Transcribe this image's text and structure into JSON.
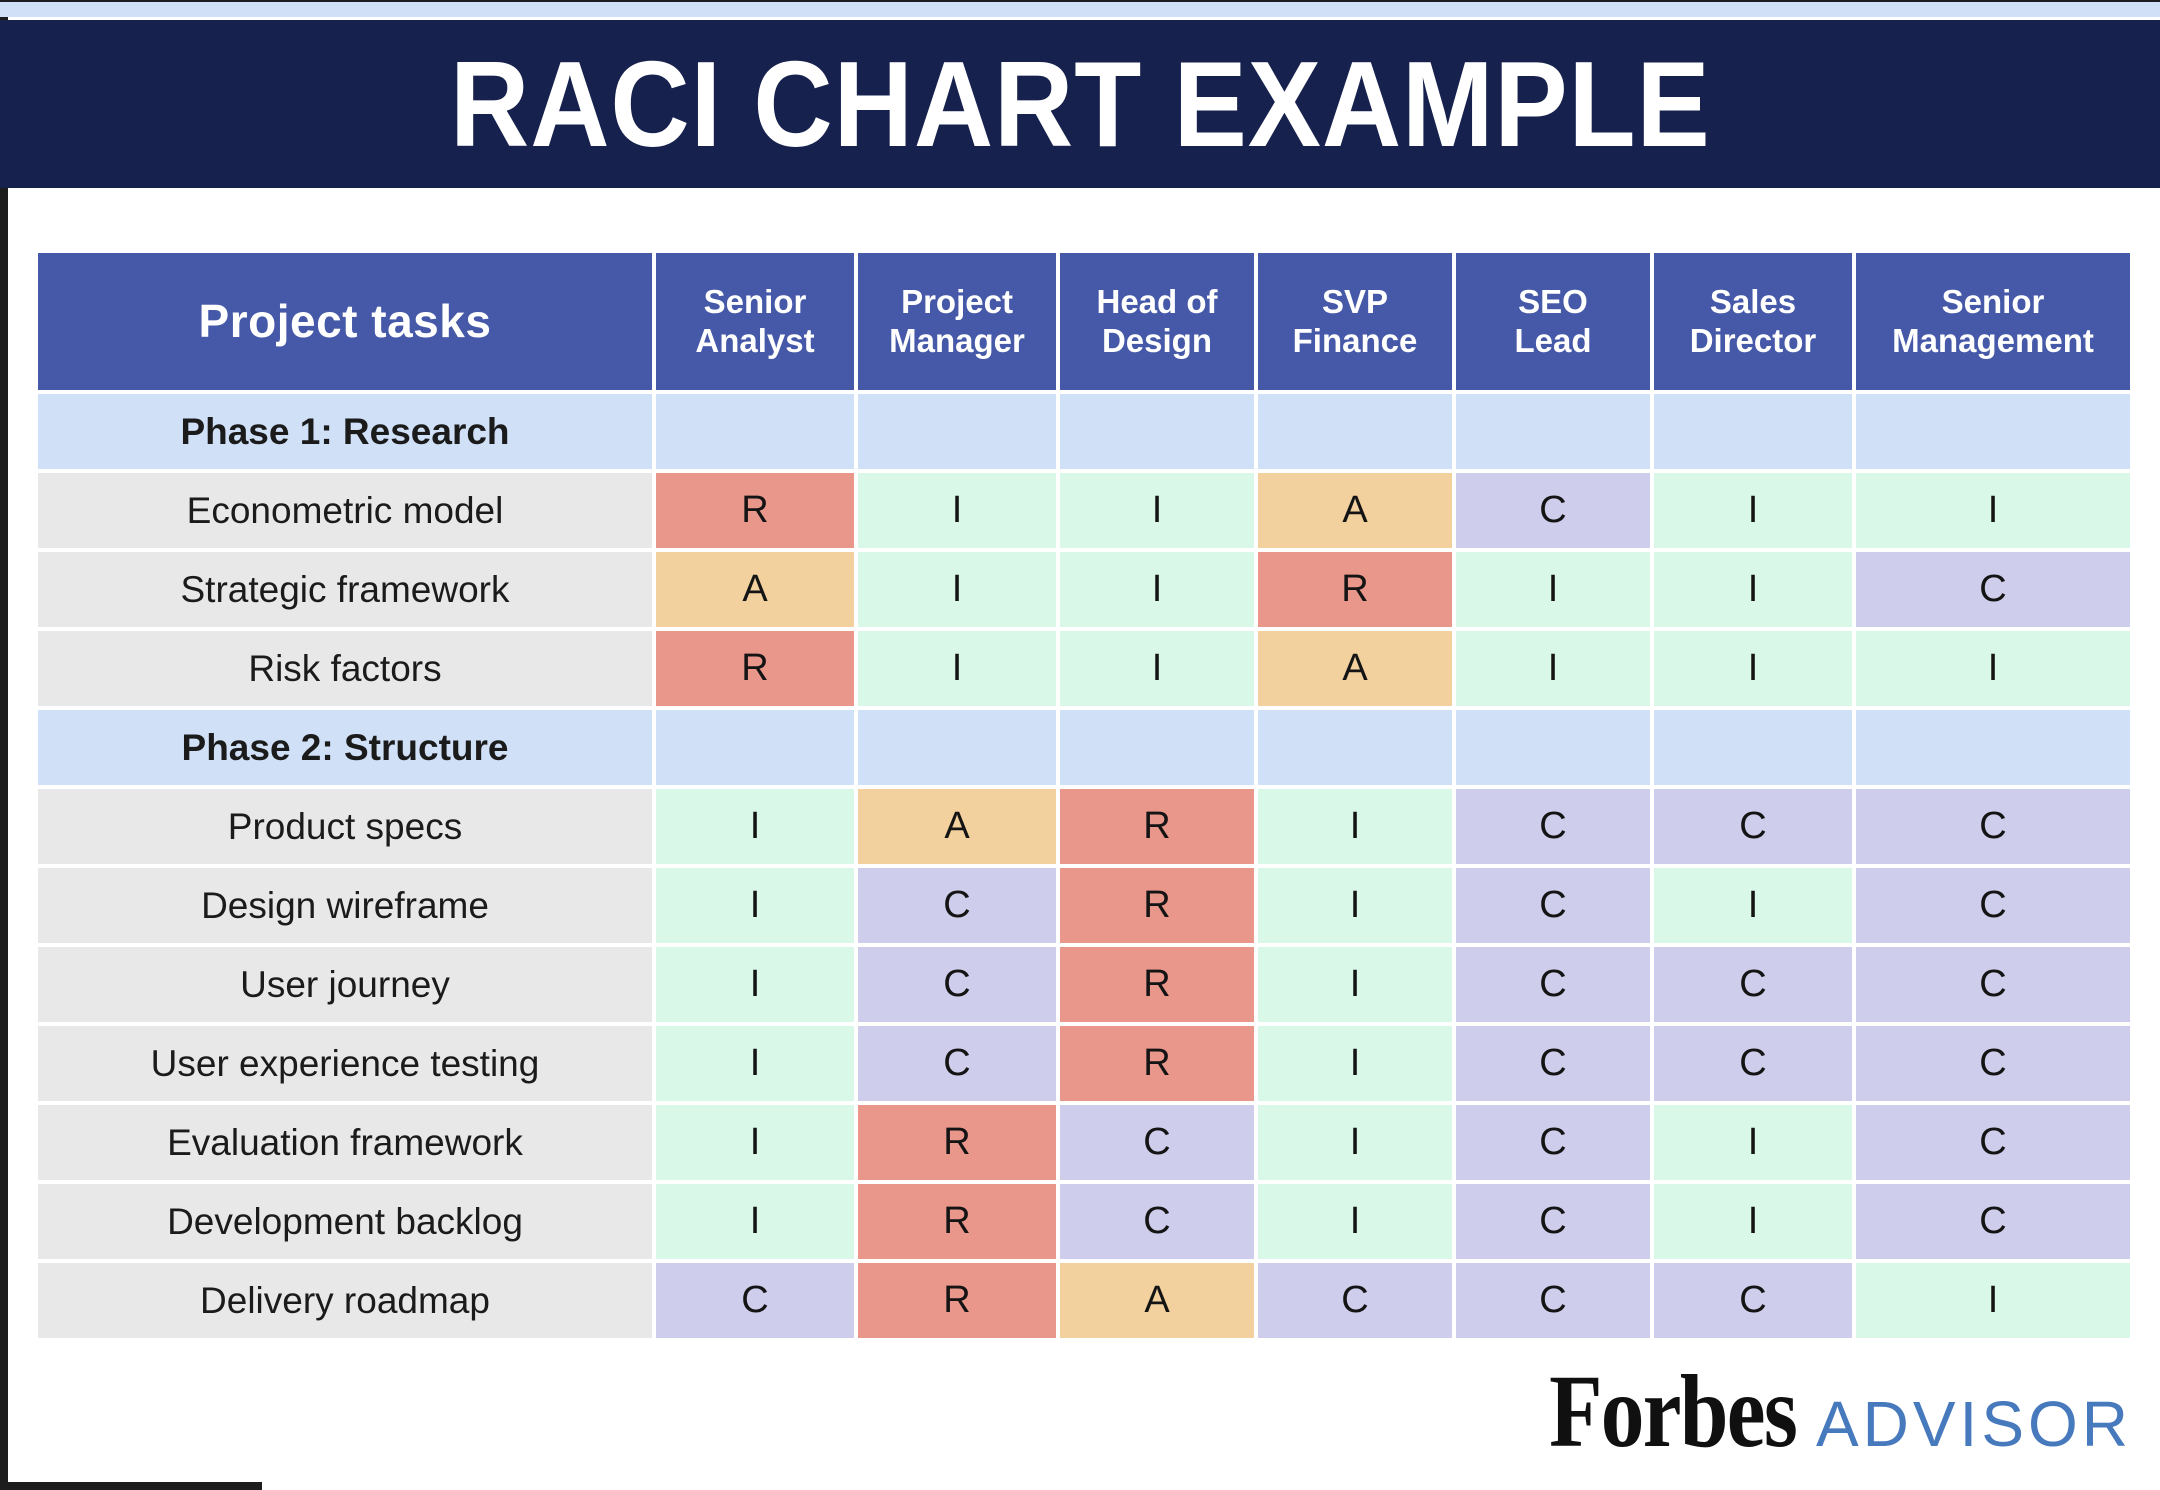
{
  "page": {
    "banner_title": "RACI CHART EXAMPLE"
  },
  "chart_data": {
    "type": "table",
    "title": "RACI CHART EXAMPLE",
    "columns": [
      "Project tasks",
      "Senior\nAnalyst",
      "Project\nManager",
      "Head of\nDesign",
      "SVP\nFinance",
      "SEO\nLead",
      "Sales\nDirector",
      "Senior\nManagement"
    ],
    "rows": [
      [
        "Phase 1: Research",
        "",
        "",
        "",
        "",
        "",
        "",
        ""
      ],
      [
        "Econometric model",
        "R",
        "I",
        "I",
        "A",
        "C",
        "I",
        "I"
      ],
      [
        "Strategic framework",
        "A",
        "I",
        "I",
        "R",
        "I",
        "I",
        "C"
      ],
      [
        "Risk factors",
        "R",
        "I",
        "I",
        "A",
        "I",
        "I",
        "I"
      ],
      [
        "Phase 2: Structure",
        "",
        "",
        "",
        "",
        "",
        "",
        ""
      ],
      [
        "Product specs",
        "I",
        "A",
        "R",
        "I",
        "C",
        "C",
        "C"
      ],
      [
        "Design wireframe",
        "I",
        "C",
        "R",
        "I",
        "C",
        "I",
        "C"
      ],
      [
        "User journey",
        "I",
        "C",
        "R",
        "I",
        "C",
        "C",
        "C"
      ],
      [
        "User experience testing",
        "I",
        "C",
        "R",
        "I",
        "C",
        "C",
        "C"
      ],
      [
        "Evaluation framework",
        "I",
        "R",
        "C",
        "I",
        "C",
        "I",
        "C"
      ],
      [
        "Development backlog",
        "I",
        "R",
        "C",
        "I",
        "C",
        "I",
        "C"
      ],
      [
        "Delivery roadmap",
        "C",
        "R",
        "A",
        "C",
        "C",
        "C",
        "I"
      ]
    ],
    "legend_position": "none",
    "grid": "white 4px separators between cells"
  },
  "colors": {
    "banner_bg": "#16214d",
    "top_strip": "#cfe0f7",
    "header_bg": "#4659a8",
    "phase_bg": "#cfe0f7",
    "task_bg": "#e8e8e8",
    "R": "#e9968b",
    "A": "#f2d19e",
    "C": "#cecdeb",
    "I": "#d9f8e7",
    "advisor_text": "#4779bd",
    "edge": "#1d1d1d"
  },
  "footer": {
    "brand": "Forbes",
    "brand_suffix": "ADVISOR"
  }
}
